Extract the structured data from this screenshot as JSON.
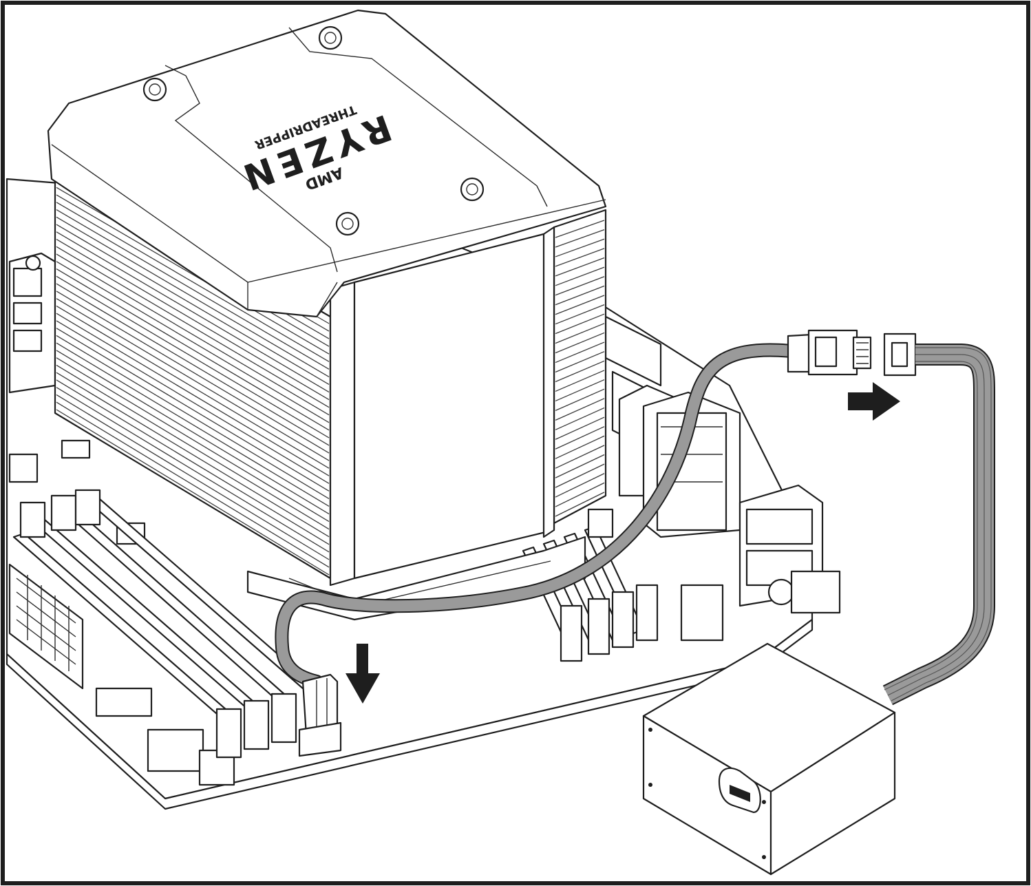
{
  "illustration": {
    "cooler_brand": "AMD",
    "cooler_logo": "RYZEN",
    "cooler_subtitle": "THREADRIPPER",
    "icons": [
      "cpu-cooler-icon",
      "motherboard-icon",
      "fan-cable-icon",
      "fan-connector-icon",
      "psu-cable-connector-icon",
      "power-supply-icon",
      "arrow-down-icon",
      "arrow-right-icon"
    ],
    "colors": {
      "line": "#1e1e1e",
      "cable": "#9a9a9a",
      "connector": "#7d7d7d",
      "background": "#ffffff"
    }
  }
}
